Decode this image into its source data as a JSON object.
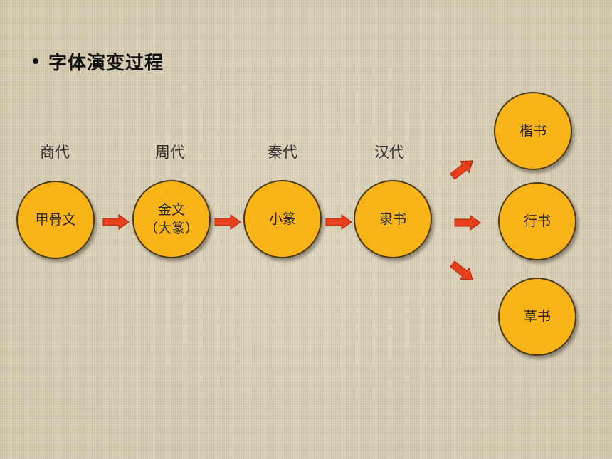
{
  "title": {
    "bullet": "•",
    "text": "字体演变过程"
  },
  "eras": [
    "商代",
    "周代",
    "秦代",
    "汉代"
  ],
  "nodes": {
    "jiaguwen": "甲骨文",
    "jinwen_line1": "金文",
    "jinwen_line2": "（大篆）",
    "xiaozhuan": "小篆",
    "lishu": "隶书",
    "kaishu": "楷书",
    "xingshu": "行书",
    "caoshu": "草书"
  },
  "colors": {
    "node_fill": "#fbb417",
    "node_border": "#4a3a10",
    "arrow": "#e8401c"
  }
}
